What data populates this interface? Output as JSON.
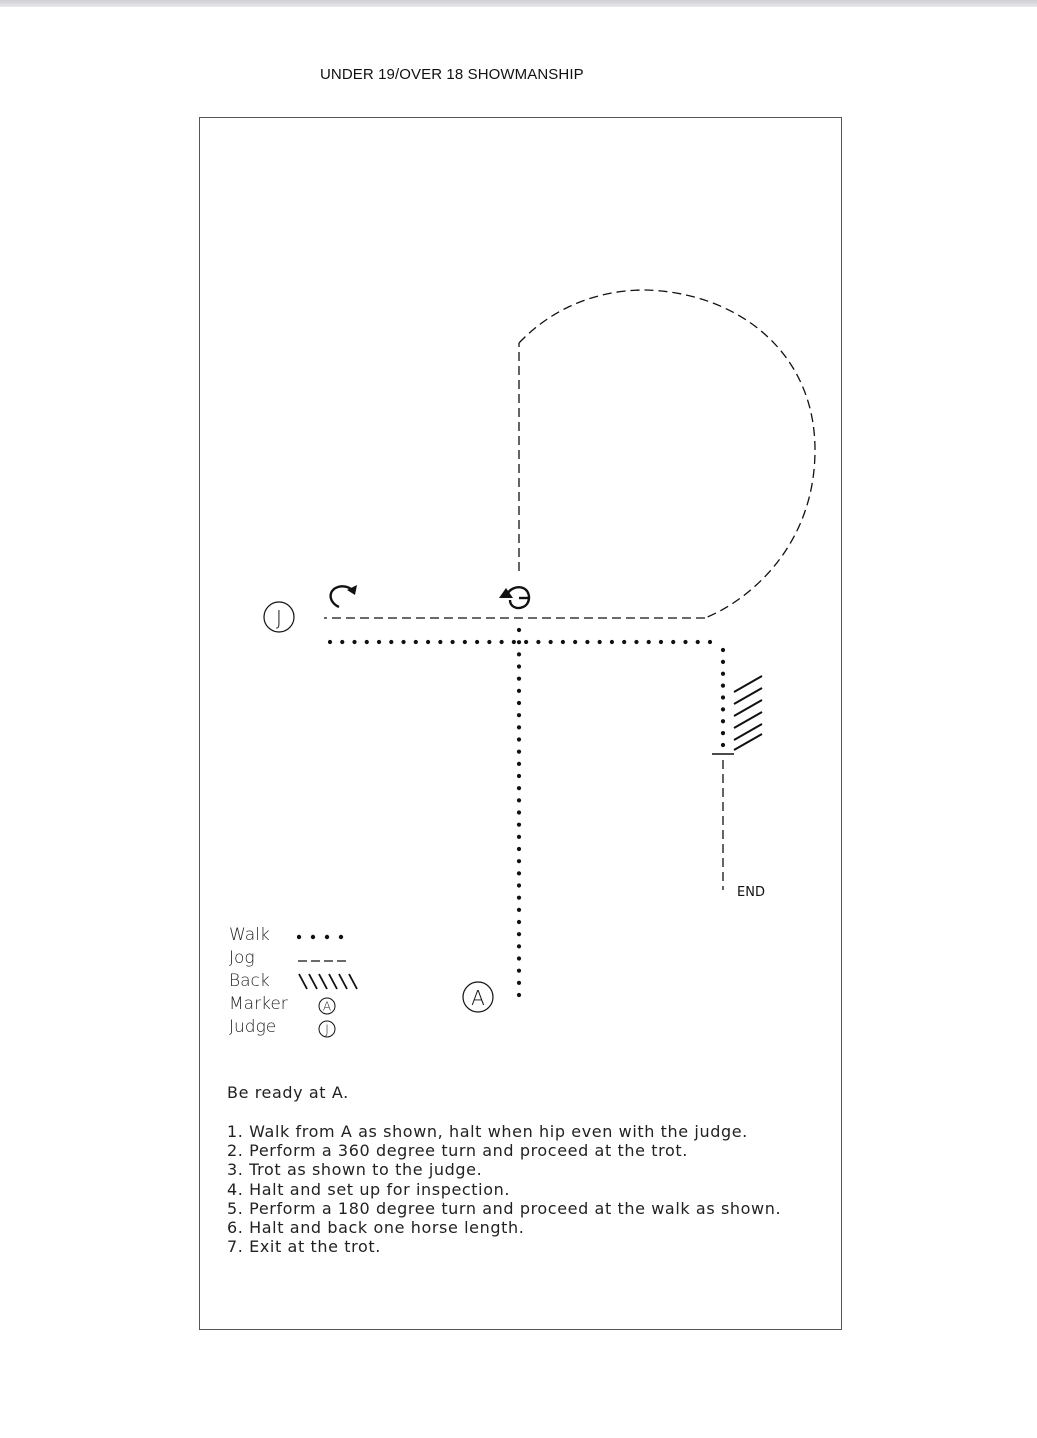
{
  "pattern_title": "UNDER 19/OVER 18 SHOWMANSHIP",
  "markers": {
    "judge": "J",
    "start": "A"
  },
  "end_label": "END",
  "legend": [
    {
      "label": "Walk",
      "icon": "walk-dots-icon"
    },
    {
      "label": "Jog",
      "icon": "jog-dashes-icon"
    },
    {
      "label": "Back",
      "icon": "back-hatch-icon"
    },
    {
      "label": "Marker",
      "icon": "circled-a-icon",
      "glyph": "A"
    },
    {
      "label": "Judge",
      "icon": "circled-j-icon",
      "glyph": "J"
    }
  ],
  "instructions": {
    "ready": "Be ready at A.",
    "steps": [
      "1. Walk from A as shown, halt when hip even with the judge.",
      "2. Perform a 360 degree turn and proceed at the trot.",
      "3. Trot as shown to the judge.",
      "4. Halt and set up for inspection.",
      "5. Perform a 180 degree turn and proceed at the walk as shown.",
      "6. Halt and back one horse length.",
      "7. Exit at the trot."
    ]
  }
}
